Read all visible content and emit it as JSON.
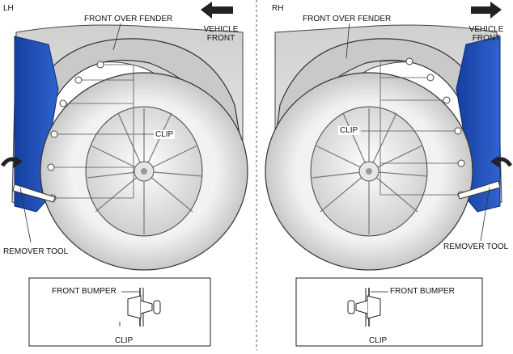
{
  "left_panel": {
    "side_label": "LH",
    "fender_label": "FRONT OVER FENDER",
    "vehicle_front_label_line1": "VEHICLE",
    "vehicle_front_label_line2": "FRONT",
    "clip_label": "CLIP",
    "remover_tool_label": "REMOVER TOOL",
    "detail": {
      "bumper_label": "FRONT BUMPER",
      "clip_label": "CLIP"
    }
  },
  "right_panel": {
    "side_label": "RH",
    "fender_label": "FRONT OVER FENDER",
    "vehicle_front_label_line1": "VEHICLE",
    "vehicle_front_label_line2": "FRONT",
    "clip_label": "CLIP",
    "remover_tool_label": "REMOVER TOOL",
    "detail": {
      "bumper_label": "FRONT BUMPER",
      "clip_label": "CLIP"
    }
  },
  "colors": {
    "bumper_blue": "#1f4fb8",
    "body_gray": "#d9d9d9",
    "tire_dark": "#bdbdbd",
    "outline": "#222222"
  }
}
